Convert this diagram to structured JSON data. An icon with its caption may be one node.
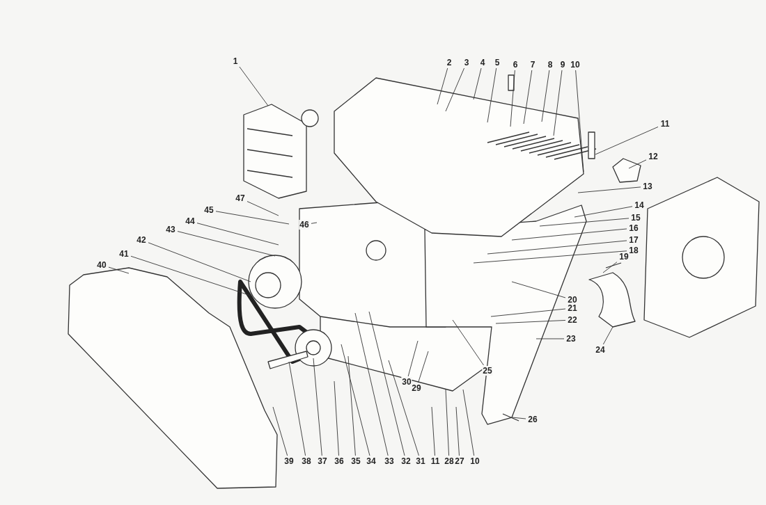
{
  "diagram": {
    "nodes": [
      {
        "text": [
          "1"
        ]
      },
      {
        "text": [
          "2"
        ]
      },
      {
        "text": [
          "3"
        ]
      },
      {
        "text": [
          "4"
        ]
      },
      {
        "text": [
          "5"
        ]
      },
      {
        "text": [
          "6"
        ]
      },
      {
        "text": [
          "7"
        ]
      },
      {
        "text": [
          "8"
        ]
      },
      {
        "text": [
          "9"
        ]
      },
      {
        "text": [
          "10"
        ]
      },
      {
        "text": [
          "11"
        ]
      },
      {
        "text": [
          "12"
        ]
      },
      {
        "text": [
          "13"
        ]
      },
      {
        "text": [
          "14"
        ]
      },
      {
        "text": [
          "15"
        ]
      },
      {
        "text": [
          "16"
        ]
      },
      {
        "text": [
          "17"
        ]
      },
      {
        "text": [
          "18"
        ]
      },
      {
        "text": [
          "19"
        ]
      },
      {
        "text": [
          "20"
        ]
      },
      {
        "text": [
          "21"
        ]
      },
      {
        "text": [
          "22"
        ]
      },
      {
        "text": [
          "23"
        ]
      },
      {
        "text": [
          "24"
        ]
      },
      {
        "text": [
          "25"
        ]
      },
      {
        "text": [
          "26"
        ]
      },
      {
        "text": [
          "27"
        ]
      },
      {
        "text": [
          "28"
        ]
      },
      {
        "text": [
          "29"
        ]
      },
      {
        "text": [
          "30"
        ]
      },
      {
        "text": [
          "31"
        ]
      },
      {
        "text": [
          "32"
        ]
      },
      {
        "text": [
          "33"
        ]
      },
      {
        "text": [
          "34"
        ]
      },
      {
        "text": [
          "35"
        ]
      },
      {
        "text": [
          "36"
        ]
      },
      {
        "text": [
          "37"
        ]
      },
      {
        "text": [
          "38"
        ]
      },
      {
        "text": [
          "39"
        ]
      },
      {
        "text": [
          "40"
        ]
      },
      {
        "text": [
          "41"
        ]
      },
      {
        "text": [
          "42"
        ]
      },
      {
        "text": [
          "43"
        ]
      },
      {
        "text": [
          "44"
        ]
      },
      {
        "text": [
          "45"
        ]
      },
      {
        "text": [
          "46"
        ]
      },
      {
        "text": [
          "47"
        ]
      },
      {
        "text": [
          "11"
        ]
      },
      {
        "text": [
          "10"
        ]
      }
    ],
    "edges": [
      {
        "from": 0,
        "to": null,
        "arrow": "none"
      },
      {
        "from": 1,
        "to": null,
        "arrow": "none"
      },
      {
        "from": 2,
        "to": null,
        "arrow": "none"
      },
      {
        "from": 3,
        "to": null,
        "arrow": "none"
      },
      {
        "from": 4,
        "to": null,
        "arrow": "none"
      },
      {
        "from": 5,
        "to": null,
        "arrow": "none"
      },
      {
        "from": 6,
        "to": null,
        "arrow": "none"
      },
      {
        "from": 7,
        "to": null,
        "arrow": "none"
      },
      {
        "from": 8,
        "to": null,
        "arrow": "none"
      },
      {
        "from": 9,
        "to": null,
        "arrow": "none"
      },
      {
        "from": 10,
        "to": null,
        "arrow": "none"
      },
      {
        "from": 11,
        "to": null,
        "arrow": "none"
      },
      {
        "from": 12,
        "to": null,
        "arrow": "none"
      },
      {
        "from": 13,
        "to": null,
        "arrow": "none"
      },
      {
        "from": 14,
        "to": null,
        "arrow": "none"
      },
      {
        "from": 15,
        "to": null,
        "arrow": "none"
      },
      {
        "from": 16,
        "to": null,
        "arrow": "none"
      },
      {
        "from": 17,
        "to": null,
        "arrow": "none"
      },
      {
        "from": 18,
        "to": null,
        "arrow": "none"
      },
      {
        "from": 19,
        "to": null,
        "arrow": "none"
      },
      {
        "from": 20,
        "to": null,
        "arrow": "none"
      },
      {
        "from": 21,
        "to": null,
        "arrow": "none"
      },
      {
        "from": 22,
        "to": null,
        "arrow": "none"
      },
      {
        "from": 23,
        "to": null,
        "arrow": "none"
      },
      {
        "from": 24,
        "to": null,
        "arrow": "none"
      },
      {
        "from": 25,
        "to": null,
        "arrow": "none"
      },
      {
        "from": 26,
        "to": null,
        "arrow": "none"
      },
      {
        "from": 27,
        "to": null,
        "arrow": "none"
      },
      {
        "from": 28,
        "to": null,
        "arrow": "none"
      },
      {
        "from": 29,
        "to": null,
        "arrow": "none"
      },
      {
        "from": 30,
        "to": null,
        "arrow": "none"
      },
      {
        "from": 31,
        "to": null,
        "arrow": "none"
      },
      {
        "from": 32,
        "to": null,
        "arrow": "none"
      },
      {
        "from": 33,
        "to": null,
        "arrow": "none"
      },
      {
        "from": 34,
        "to": null,
        "arrow": "none"
      },
      {
        "from": 35,
        "to": null,
        "arrow": "none"
      },
      {
        "from": 36,
        "to": null,
        "arrow": "none"
      },
      {
        "from": 37,
        "to": null,
        "arrow": "none"
      },
      {
        "from": 38,
        "to": null,
        "arrow": "none"
      },
      {
        "from": 39,
        "to": null,
        "arrow": "none"
      },
      {
        "from": 40,
        "to": null,
        "arrow": "none"
      },
      {
        "from": 41,
        "to": null,
        "arrow": "none"
      },
      {
        "from": 42,
        "to": null,
        "arrow": "none"
      },
      {
        "from": 43,
        "to": null,
        "arrow": "none"
      },
      {
        "from": 44,
        "to": null,
        "arrow": "none"
      },
      {
        "from": 45,
        "to": null,
        "arrow": "none"
      },
      {
        "from": 46,
        "to": null,
        "arrow": "none"
      },
      {
        "from": 47,
        "to": null,
        "arrow": "none"
      },
      {
        "from": 48,
        "to": null,
        "arrow": "none"
      }
    ]
  }
}
